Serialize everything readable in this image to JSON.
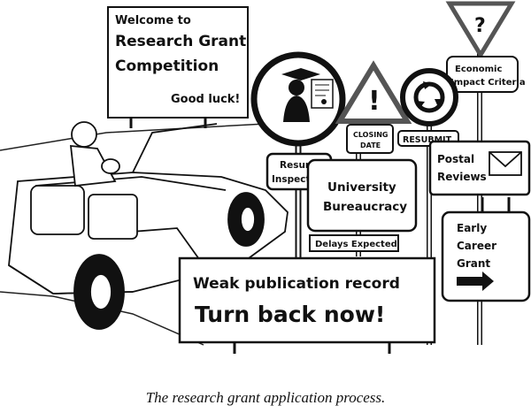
{
  "welcome_sign": {
    "line1": "Welcome to",
    "line2": "Research Grant",
    "line3": "Competition",
    "line4": "Good luck!"
  },
  "question_sign": {
    "symbol": "?"
  },
  "economic_sign": {
    "line1": "Economic",
    "line2": "Impact Criteria"
  },
  "warning_sign": {
    "symbol": "!"
  },
  "closing_date_sign": {
    "line1": "CLOSING",
    "line2": "DATE"
  },
  "resubmit_sign": {
    "label": "RESUBMIT"
  },
  "resume_sign": {
    "line1": "Resume",
    "line2": "Inspection"
  },
  "bureaucracy_sign": {
    "line1": "University",
    "line2": "Bureaucracy"
  },
  "delays_sign": {
    "label": "Delays Expected"
  },
  "postal_sign": {
    "line1": "Postal",
    "line2": "Reviews"
  },
  "early_career_sign": {
    "line1": "Early",
    "line2": "Career",
    "line3": "Grant"
  },
  "turn_back_sign": {
    "line1": "Weak publication record",
    "line2": "Turn back now!"
  },
  "caption": "The research grant application process.",
  "icons": [
    "graduate-diploma-icon",
    "roundabout-icon",
    "envelope-icon",
    "arrow-right-icon"
  ]
}
